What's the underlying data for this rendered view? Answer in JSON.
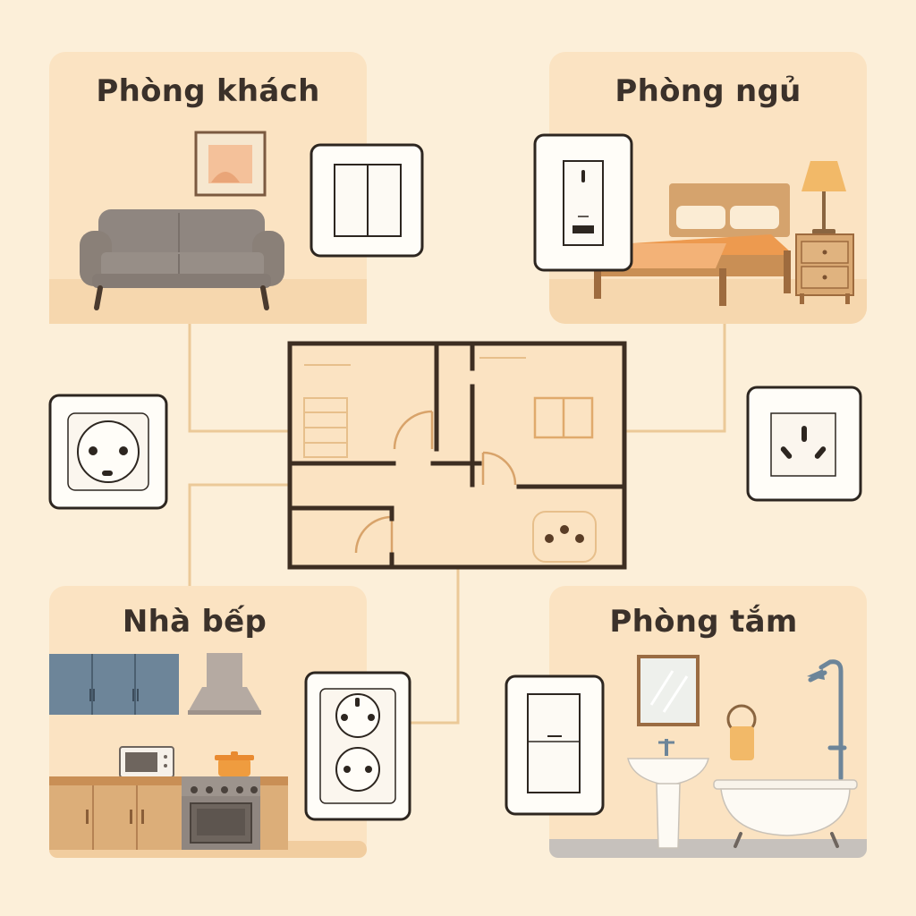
{
  "rooms": {
    "living": {
      "title": "Phòng khách"
    },
    "bedroom": {
      "title": "Phòng ngủ"
    },
    "kitchen": {
      "title": "Nhà bếp"
    },
    "bathroom": {
      "title": "Phòng tắm"
    }
  },
  "colors": {
    "background": "#fcefd9",
    "card": "#f8ddb5",
    "wall": "#3d2e22",
    "connector": "#ebc998",
    "accent_orange": "#ed9a4f",
    "sofa": "#8a8078",
    "cabinet_blue": "#6d8599"
  },
  "icons": [
    "sofa-icon",
    "framed-picture-icon",
    "double-switch-icon",
    "bed-icon",
    "lamp-icon",
    "nightstand-icon",
    "usb-switch-icon",
    "round-socket-icon",
    "three-pin-socket-icon",
    "floor-plan",
    "kitchen-cabinet-icon",
    "range-hood-icon",
    "microwave-icon",
    "pot-icon",
    "stove-icon",
    "combo-socket-icon",
    "mirror-icon",
    "towel-icon",
    "sink-icon",
    "shower-icon",
    "bathtub-icon",
    "bathroom-switch-icon"
  ]
}
